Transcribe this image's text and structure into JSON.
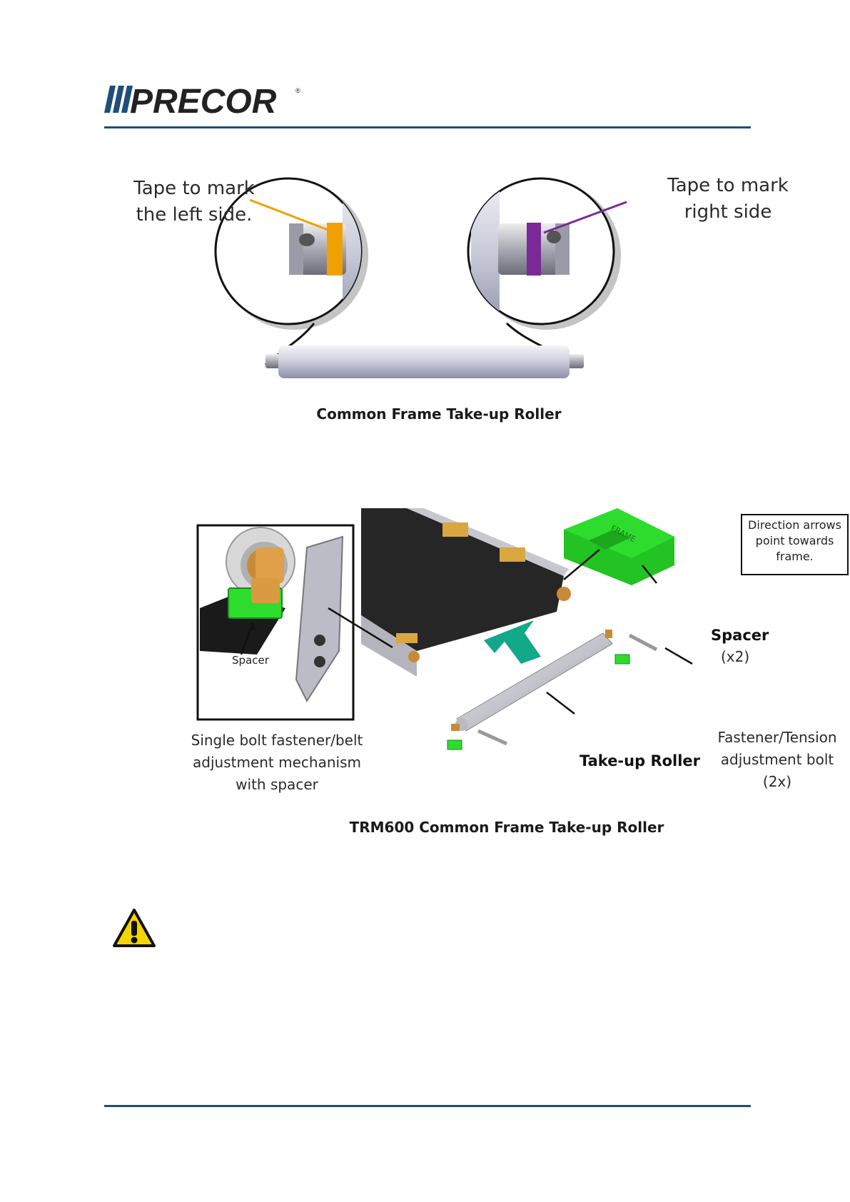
{
  "header": {
    "brand": "PRECOR"
  },
  "figure1": {
    "left_label": [
      "Tape to mark",
      "the left side."
    ],
    "right_label": [
      "Tape to mark",
      "right side"
    ],
    "caption": "Common Frame Take-up Roller",
    "colors": {
      "left_tape": "#f0a000",
      "right_tape": "#7a2a96"
    }
  },
  "figure2": {
    "direction_note": [
      "Direction arrows",
      "point towards",
      "frame."
    ],
    "frame_text": "FRAME",
    "spacer_label": "Spacer",
    "spacer_qty": "(x2)",
    "inset_spacer_label": "Spacer",
    "mechanism_label": [
      "Single bolt fastener/belt",
      "adjustment mechanism",
      "with spacer"
    ],
    "roller_label": "Take-up Roller",
    "fastener_label": [
      "Fastener/Tension",
      "adjustment bolt",
      "(2x)"
    ],
    "caption": "TRM600 Common Frame Take-up Roller",
    "colors": {
      "spacer": "#2edc2e",
      "arrow": "#12a88a"
    }
  },
  "warning": {
    "icon": "warning-icon"
  }
}
